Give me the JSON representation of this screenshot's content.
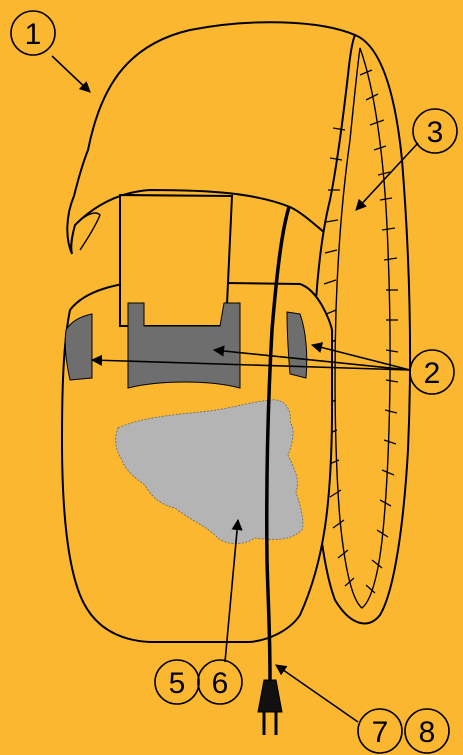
{
  "background_color": "#FCB731",
  "pad_color": "#6E6E6E",
  "stain_color": "#B4B4B4",
  "labels": {
    "l1": "1",
    "l2": "2",
    "l3": "3",
    "l56a": "5",
    "l56b": "6",
    "l78a": "7",
    "l78b": "8"
  }
}
